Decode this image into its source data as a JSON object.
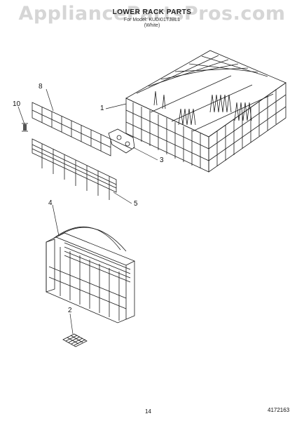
{
  "watermark": "AppliancePartsPros.com",
  "header": {
    "title": "LOWER RACK PARTS",
    "subtitle": "For Model: KUDI01TJBL1",
    "variant": "(White)"
  },
  "callouts": [
    "1",
    "2",
    "3",
    "4",
    "5",
    "8",
    "10"
  ],
  "footer": {
    "page_number": "14",
    "document_number": "4172163"
  }
}
